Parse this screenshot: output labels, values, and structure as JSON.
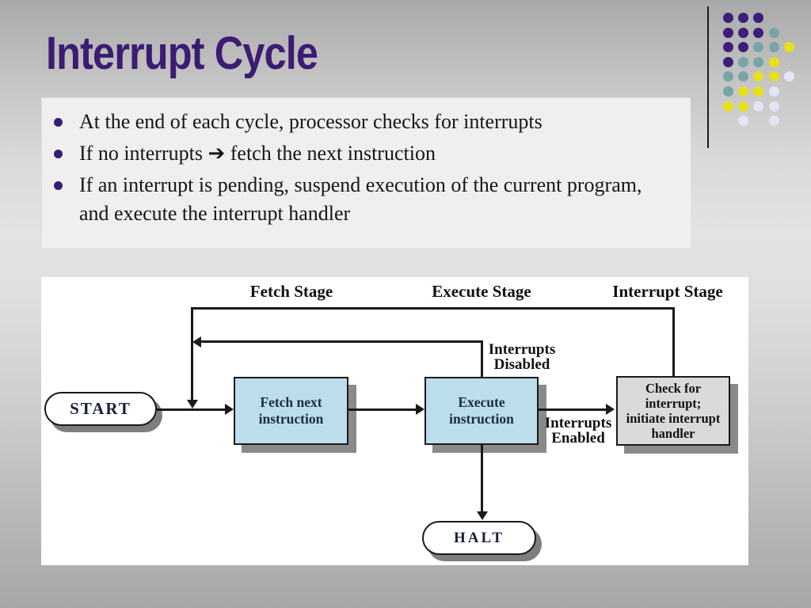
{
  "theme": {
    "title_color": "#3b1c72",
    "bullet_marker_color": "#3b1c72",
    "text_color": "#161616",
    "bullets_bg": "#f0efee",
    "panel_bg": "#ffffff",
    "line_color": "#1a1a1a",
    "node_text_color": "#1c2b45",
    "box_blue": "#bcdeec",
    "box_gray": "#dadada",
    "dot_purple": "#3d1d78",
    "dot_teal": "#78a5a5",
    "dot_yellow": "#e6e01f",
    "dot_lavender": "#e4e4f5"
  },
  "title": "Interrupt Cycle",
  "bullets": [
    "At the end of each cycle, processor checks for interrupts",
    "If no interrupts ➔ fetch the next instruction",
    "If an interrupt is pending, suspend execution of the current program, and execute the interrupt handler"
  ],
  "decoration": {
    "dot_rows": [
      [
        "purple",
        "purple",
        "purple",
        null,
        null
      ],
      [
        "purple",
        "purple",
        "purple",
        "teal",
        null
      ],
      [
        "purple",
        "purple",
        "teal",
        "teal",
        "yellow"
      ],
      [
        "purple",
        "teal",
        "teal",
        "yellow",
        null
      ],
      [
        "teal",
        "teal",
        "yellow",
        "yellow",
        "lavender"
      ],
      [
        "teal",
        "yellow",
        "yellow",
        "lavender",
        null
      ],
      [
        "yellow",
        "yellow",
        "lavender",
        "lavender",
        null
      ],
      [
        null,
        "lavender",
        null,
        "lavender",
        null
      ]
    ]
  },
  "diagram": {
    "stages": [
      "Fetch Stage",
      "Execute Stage",
      "Interrupt Stage"
    ],
    "nodes": {
      "start": "START",
      "fetch": "Fetch next\ninstruction",
      "execute": "Execute\ninstruction",
      "check": "Check for\ninterrupt;\ninitiate interrupt\nhandler",
      "halt": "HALT"
    },
    "edge_labels": {
      "disabled": "Interrupts\nDisabled",
      "enabled": "Interrupts\nEnabled"
    }
  }
}
